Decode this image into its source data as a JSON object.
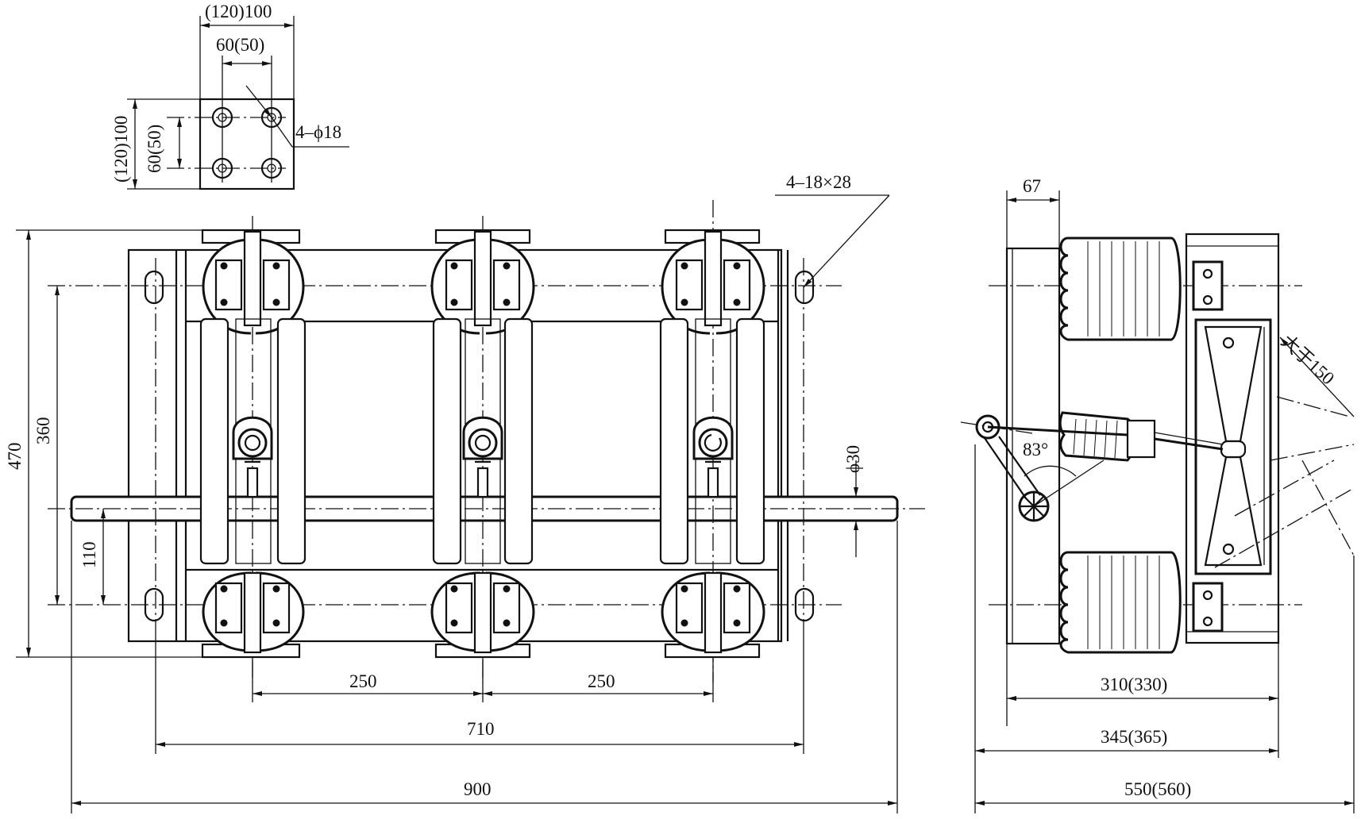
{
  "labels": {
    "flange_outer_width": "(120)100",
    "flange_inner_width": "60(50)",
    "flange_outer_height": "(120)100",
    "flange_inner_height": "60(50)",
    "flange_holes": "4–ϕ18",
    "slots": "4–18×28",
    "height_470": "470",
    "height_360": "360",
    "shaft_110": "110",
    "shaft_dia": "ϕ30",
    "pitch_left": "250",
    "pitch_right": "250",
    "mount_710": "710",
    "overall_900": "900",
    "side_67": "67",
    "angle_83": "83°",
    "clearance": "大于150",
    "side_310": "310(330)",
    "side_345": "345(365)",
    "side_550": "550(560)"
  }
}
